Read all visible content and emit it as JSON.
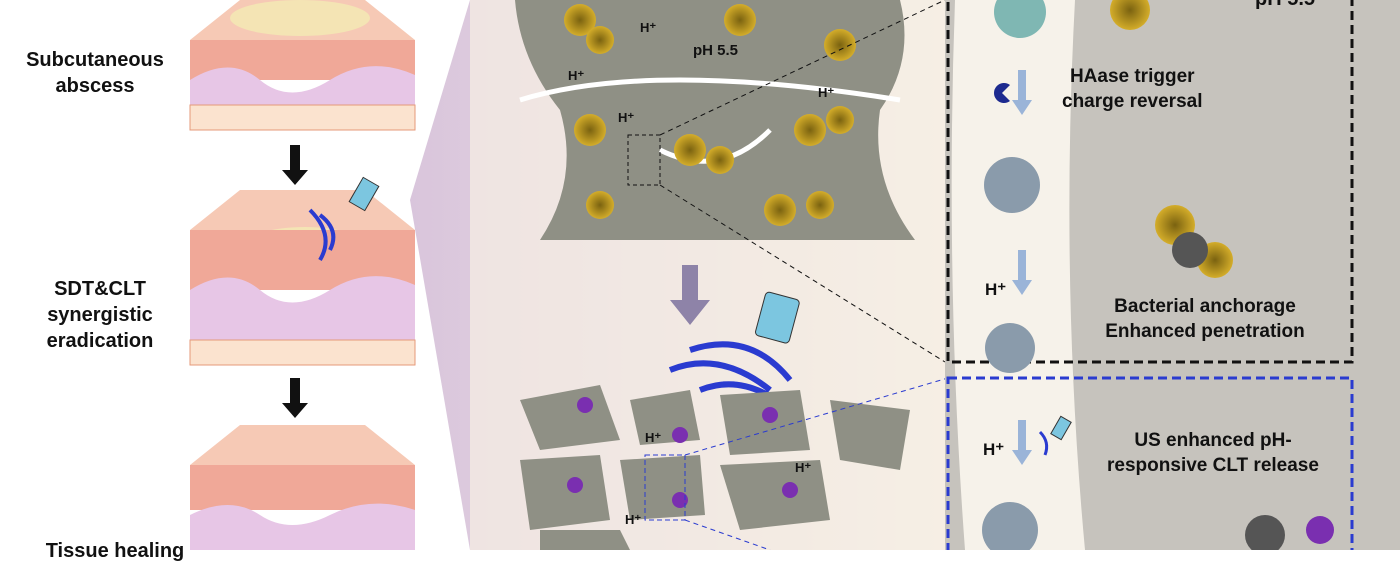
{
  "left": {
    "stage1": [
      "Subcutaneous",
      "abscess"
    ],
    "stage2": [
      "SDT&CLT",
      "synergistic",
      "eradication"
    ],
    "stage3": "Tissue healing"
  },
  "middle": {
    "ph_label": "pH 5.5",
    "proton": "H⁺"
  },
  "right": {
    "ph_top": "pH 5.5",
    "haase": [
      "HAase trigger",
      "charge  reversal"
    ],
    "anchorage": [
      "Bacterial anchorage",
      "Enhanced penetration"
    ],
    "us_release": [
      "US enhanced pH-",
      "responsive CLT release"
    ],
    "proton": "H⁺"
  },
  "colors": {
    "skin": "#f2b6a4",
    "fat": "#fbe9d6",
    "bacteria": "#c9a21e",
    "tissue": "#8d8d80",
    "panel": "#c6c3bd",
    "blue": "#2a3bd0",
    "beige": "#f6efe4"
  }
}
